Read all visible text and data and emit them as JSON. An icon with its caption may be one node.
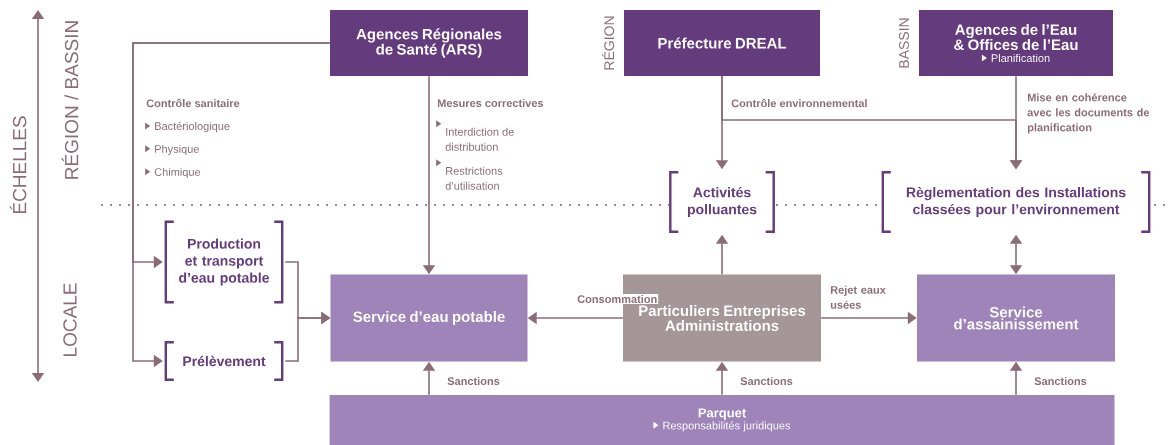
{
  "diagram": {
    "nodes": [
      {
        "text": [
          "Agences Régionales de Santé (ARS)"
        ]
      },
      {
        "text": [
          "Préfecture DREAL"
        ]
      },
      {
        "text": [
          "Agences de l’Eau & Offices de l’Eau",
          "Planification"
        ]
      },
      {
        "text": [
          "Production et transport d’eau potable"
        ]
      },
      {
        "text": [
          "Prélèvement"
        ]
      },
      {
        "text": [
          "Activités polluantes"
        ]
      },
      {
        "text": [
          "Règlementation des Installations classées pour l’environnement"
        ]
      },
      {
        "text": [
          "Service d’eau potable"
        ]
      },
      {
        "text": [
          "Particuliers Entreprises Administrations"
        ]
      },
      {
        "text": [
          "Service d’assainissement"
        ]
      },
      {
        "text": [
          "Parquet",
          "Responsabilités juridiques"
        ]
      }
    ],
    "edges": [
      {
        "from": 0,
        "to": 3,
        "arrow": "to",
        "label": "Contrôle sanitaire"
      },
      {
        "from": 0,
        "to": 4,
        "arrow": "to"
      },
      {
        "from": 0,
        "to": 7,
        "arrow": "to",
        "label": "Mesures correctives"
      },
      {
        "from": 1,
        "to": 5,
        "arrow": "to",
        "label": "Contrôle environnemental"
      },
      {
        "from": 1,
        "to": 6,
        "arrow": "to"
      },
      {
        "from": 2,
        "to": 6,
        "arrow": "to",
        "label": "Mise en cohérence avec les documents de planification"
      },
      {
        "from": 3,
        "to": 7,
        "arrow": "to"
      },
      {
        "from": 4,
        "to": 7,
        "arrow": "to"
      },
      {
        "from": 8,
        "to": 7,
        "arrow": "to",
        "label": "Consommation"
      },
      {
        "from": 8,
        "to": 9,
        "arrow": "to",
        "label": "Rejet eaux usées"
      },
      {
        "from": 8,
        "to": 5,
        "arrow": "to"
      },
      {
        "from": 6,
        "to": 9,
        "arrow": "both"
      },
      {
        "from": 10,
        "to": 7,
        "arrow": "to",
        "label": "Sanctions"
      },
      {
        "from": 10,
        "to": 8,
        "arrow": "to",
        "label": "Sanctions"
      },
      {
        "from": 10,
        "to": 9,
        "arrow": "to",
        "label": "Sanctions"
      }
    ],
    "labels": [
      "ÉCHELLES",
      "RÉGION / BASSIN",
      "LOCALE",
      "RÉGION",
      "BASSIN",
      "Bactériologique",
      "Physique",
      "Chimique",
      "Interdiction de distribution",
      "Restrictions d’utilisation"
    ]
  }
}
